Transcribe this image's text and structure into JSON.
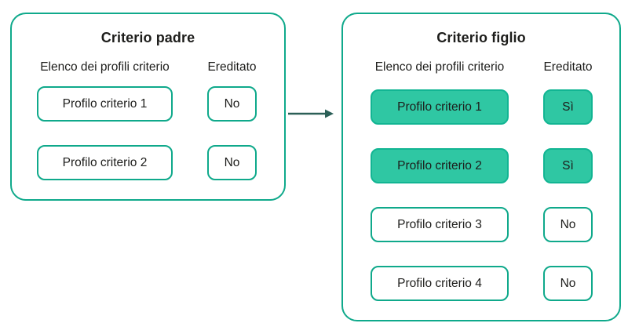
{
  "colors": {
    "outline_teal": "#0fa98b",
    "fill_teal": "#2fc7a3",
    "fill_border_teal": "#12b593",
    "arrow_dark_teal": "#2b5f57",
    "text_dark": "#1d1d1b",
    "background": "#ffffff"
  },
  "arrow": {
    "icon": "right-arrow",
    "direction": "left-to-right"
  },
  "panels": [
    {
      "title": "Criterio padre",
      "columns": {
        "profiles": "Elenco dei profili criterio",
        "inherited": "Ereditato"
      },
      "rows": [
        {
          "profile": "Profilo criterio 1",
          "inherited": "No",
          "highlighted": false
        },
        {
          "profile": "Profilo criterio 2",
          "inherited": "No",
          "highlighted": false
        }
      ]
    },
    {
      "title": "Criterio figlio",
      "columns": {
        "profiles": "Elenco dei profili criterio",
        "inherited": "Ereditato"
      },
      "rows": [
        {
          "profile": "Profilo criterio 1",
          "inherited": "Sì",
          "highlighted": true
        },
        {
          "profile": "Profilo criterio 2",
          "inherited": "Sì",
          "highlighted": true
        },
        {
          "profile": "Profilo criterio 3",
          "inherited": "No",
          "highlighted": false
        },
        {
          "profile": "Profilo criterio 4",
          "inherited": "No",
          "highlighted": false
        }
      ]
    }
  ]
}
